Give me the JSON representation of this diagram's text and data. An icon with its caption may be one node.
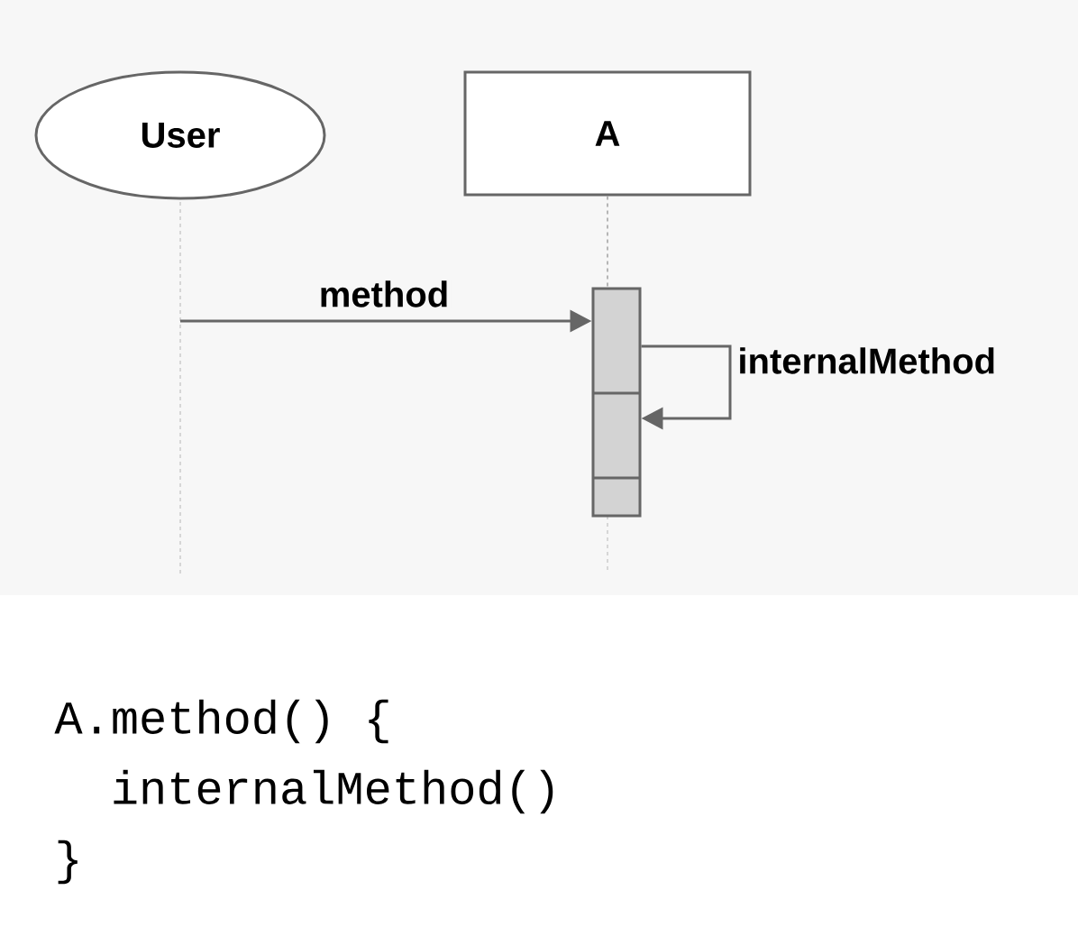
{
  "diagram": {
    "nodes": [
      {
        "text": [
          "User"
        ]
      },
      {
        "text": [
          "A"
        ]
      },
      {
        "text": [],
        "shape": "bar"
      }
    ],
    "edges": [
      {
        "from": 0,
        "to": 2,
        "arrow": "to",
        "label": "method"
      },
      {
        "from": 2,
        "to": 2,
        "arrow": "to",
        "label": "internalMethod"
      },
      {
        "from": 1,
        "to": 2,
        "arrow": "none",
        "style": "dashed"
      }
    ],
    "labels": [
      "A.method() {",
      "internalMethod()",
      "}"
    ]
  }
}
